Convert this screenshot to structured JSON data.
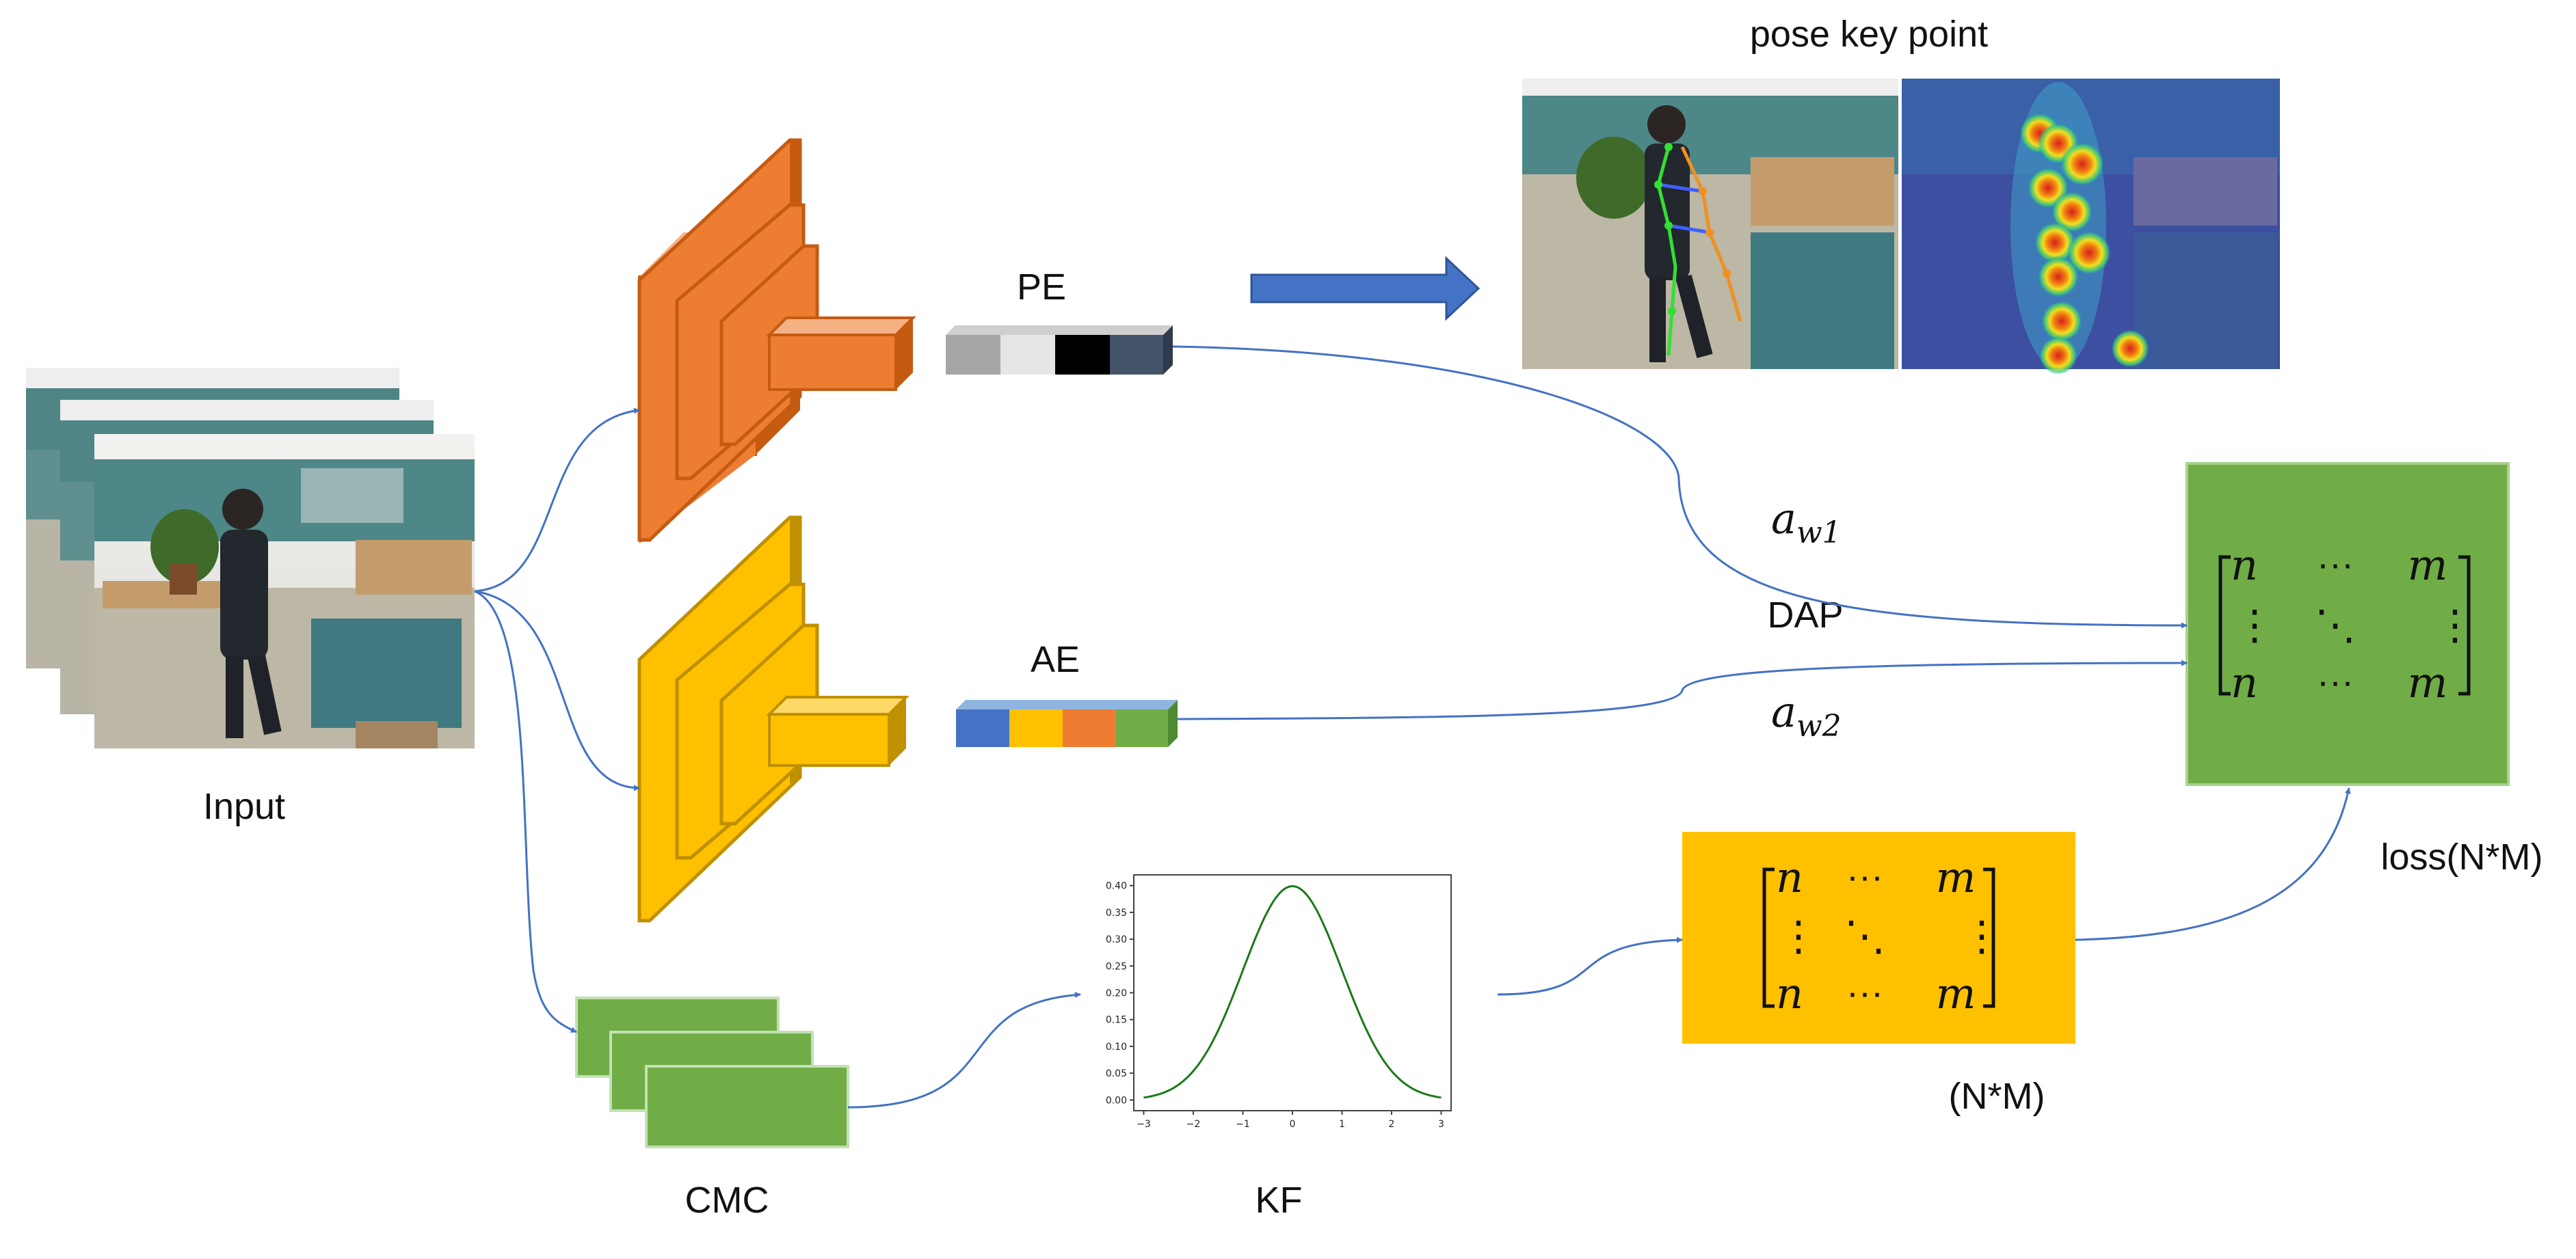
{
  "labels": {
    "input": "Input",
    "pe": "PE",
    "ae": "AE",
    "pose_key_point": "pose key point",
    "dap": "DAP",
    "cmc": "CMC",
    "kf": "KF",
    "nm": "(N*M)",
    "loss": "loss(N*M)"
  },
  "weights": {
    "w1_base": "a",
    "w1_sub": "w1",
    "w2_base": "a",
    "w2_sub": "w2"
  },
  "matrix": {
    "top_left": "n",
    "top_dots": "···",
    "top_right": "m",
    "mid_left": "⋮",
    "mid_center": "⋱",
    "mid_right": "⋮",
    "bottom_left": "n",
    "bottom_dots": "···",
    "bottom_right": "m"
  },
  "colors": {
    "pe_network": "#ED7D31",
    "ae_network": "#FFC000",
    "cmc": "#70AD47",
    "output_matrix": "#70AD47",
    "nm_matrix": "#FFC000",
    "arrow": "#4472C4",
    "curve": "#1a7a1a",
    "pe_vector": [
      "#A6A6A6",
      "#E7E6E6",
      "#000000",
      "#44546A"
    ],
    "ae_vector": [
      "#4472C4",
      "#FFC000",
      "#ED7D31",
      "#70AD47"
    ]
  },
  "chart_data": {
    "type": "line",
    "description_curve": "standard normal pdf",
    "x_ticks": [
      "−3",
      "−2",
      "−1",
      "0",
      "1",
      "2",
      "3"
    ],
    "y_ticks": [
      "0.00",
      "0.05",
      "0.10",
      "0.15",
      "0.20",
      "0.25",
      "0.30",
      "0.35",
      "0.40"
    ],
    "xlim": [
      -3.2,
      3.2
    ],
    "ylim": [
      -0.02,
      0.42
    ],
    "x": [
      -3,
      -2.5,
      -2,
      -1.5,
      -1,
      -0.5,
      0,
      0.5,
      1,
      1.5,
      2,
      2.5,
      3
    ],
    "y": [
      0.004,
      0.018,
      0.054,
      0.13,
      0.242,
      0.352,
      0.399,
      0.352,
      0.242,
      0.13,
      0.054,
      0.018,
      0.004
    ]
  }
}
